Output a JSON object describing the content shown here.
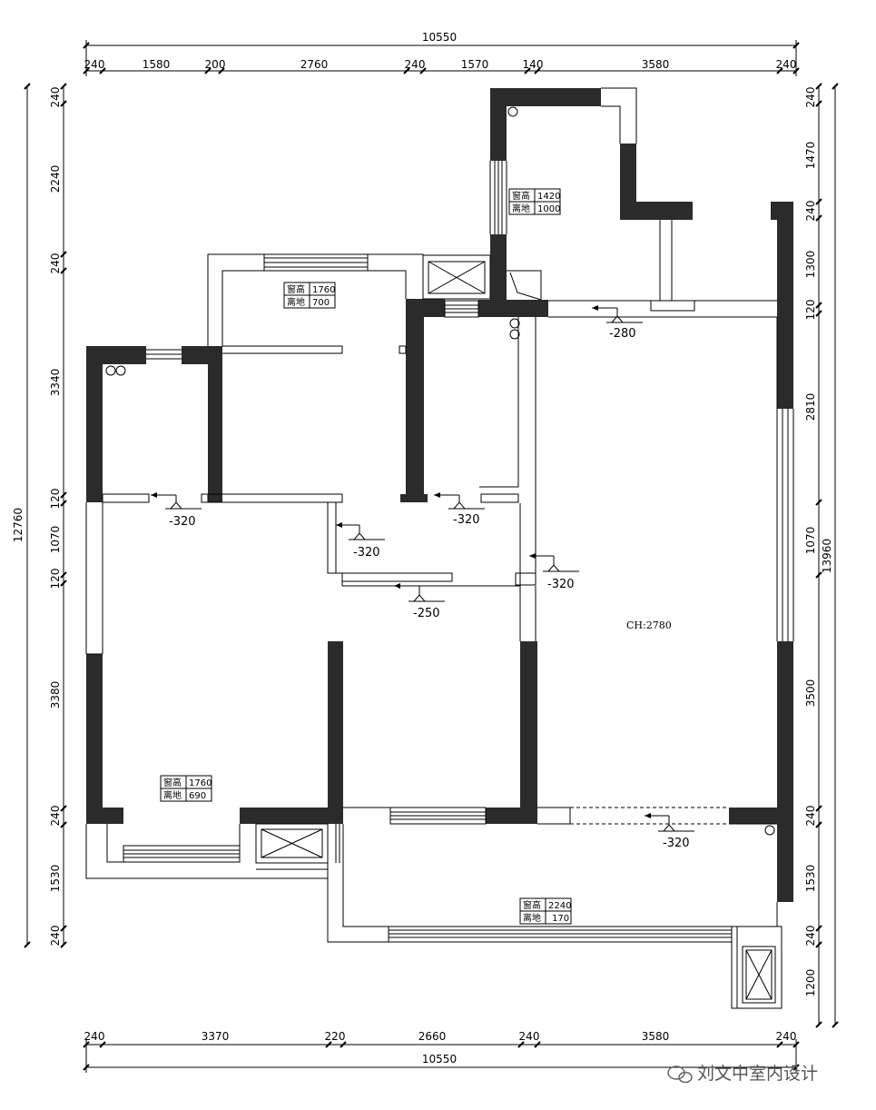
{
  "dims": {
    "total_width": "10550",
    "total_height_left": "12760",
    "total_height_right": "13960",
    "top": [
      "240",
      "1580",
      "200",
      "2760",
      "240",
      "1570",
      "140",
      "3580",
      "240"
    ],
    "bottom": [
      "240",
      "3370",
      "220",
      "2660",
      "240",
      "3580",
      "240"
    ],
    "left": [
      "240",
      "2240",
      "240",
      "3340",
      "120",
      "1070",
      "120",
      "3380",
      "240",
      "1530",
      "240"
    ],
    "right": [
      "240",
      "1470",
      "240",
      "1300",
      "120",
      "2810",
      "1070",
      "3500",
      "240",
      "1530",
      "240",
      "1200"
    ]
  },
  "levels": {
    "balcony_top": "-280",
    "bedroom_left": "-320",
    "bath": "-320",
    "hall": "-320",
    "corridor": "-250",
    "living": "-320",
    "balcony_bottom": "-320"
  },
  "windows": {
    "kitchen": {
      "h_label": "窗高",
      "h_value": "1420",
      "g_label": "离地",
      "g_value": "1000"
    },
    "top_room": {
      "h_label": "窗高",
      "h_value": "1760",
      "g_label": "离地",
      "g_value": "700"
    },
    "bedroom": {
      "h_label": "窗高",
      "h_value": "1760",
      "g_label": "离地",
      "g_value": "690"
    },
    "balcony": {
      "h_label": "窗高",
      "h_value": "2240",
      "g_label": "离地",
      "g_value": "170"
    }
  },
  "ceiling": "CH:2780",
  "watermark": "刘文中室内设计"
}
